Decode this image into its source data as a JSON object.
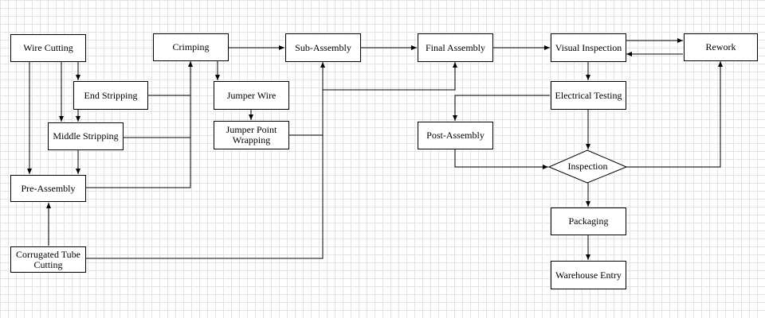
{
  "diagram": {
    "nodes": {
      "wire_cutting": "Wire Cutting",
      "end_stripping": "End Stripping",
      "middle_stripping": "Middle Stripping",
      "pre_assembly": "Pre-Assembly",
      "corrugated_tube_cutting": "Corrugated Tube\nCutting",
      "crimping": "Crimping",
      "jumper_wire": "Jumper Wire",
      "jumper_point_wrapping": "Jumper Point\nWrapping",
      "sub_assembly": "Sub-Assembly",
      "final_assembly": "Final Assembly",
      "post_assembly": "Post-Assembly",
      "visual_inspection": "Visual Inspection",
      "electrical_testing": "Electrical Testing",
      "inspection": "Inspection",
      "packaging": "Packaging",
      "warehouse_entry": "Warehouse Entry",
      "rework": "Rework"
    },
    "line_color": "#000000",
    "grid_color": "#e3e3e3"
  }
}
